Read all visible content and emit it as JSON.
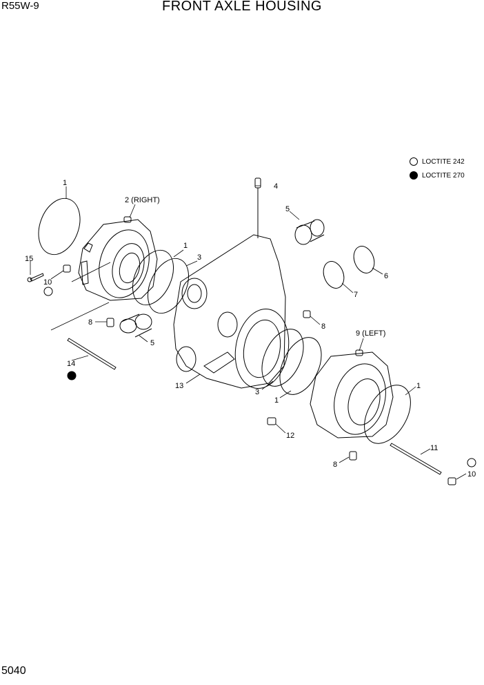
{
  "header": {
    "model": "R55W-9",
    "title": "FRONT AXLE HOUSING"
  },
  "page_number": "5040",
  "legend": {
    "items": [
      {
        "label": "LOCTITE 242",
        "icon": "hollow-circle-icon"
      },
      {
        "label": "LOCTITE 270",
        "icon": "filled-circle-icon"
      }
    ]
  },
  "callouts": {
    "c1a": "1",
    "c2": "2 (RIGHT)",
    "c1b": "1",
    "c3a": "3",
    "c4": "4",
    "c5a": "5",
    "c6": "6",
    "c7": "7",
    "c15": "15",
    "c10a": "10",
    "c8a": "8",
    "c5b": "5",
    "c8b": "8",
    "c9": "9 (LEFT)",
    "c14": "14",
    "c13": "13",
    "c3b": "3",
    "c1c": "1",
    "c12": "12",
    "c1d": "1",
    "c11": "11",
    "c8c": "8",
    "c10b": "10"
  }
}
